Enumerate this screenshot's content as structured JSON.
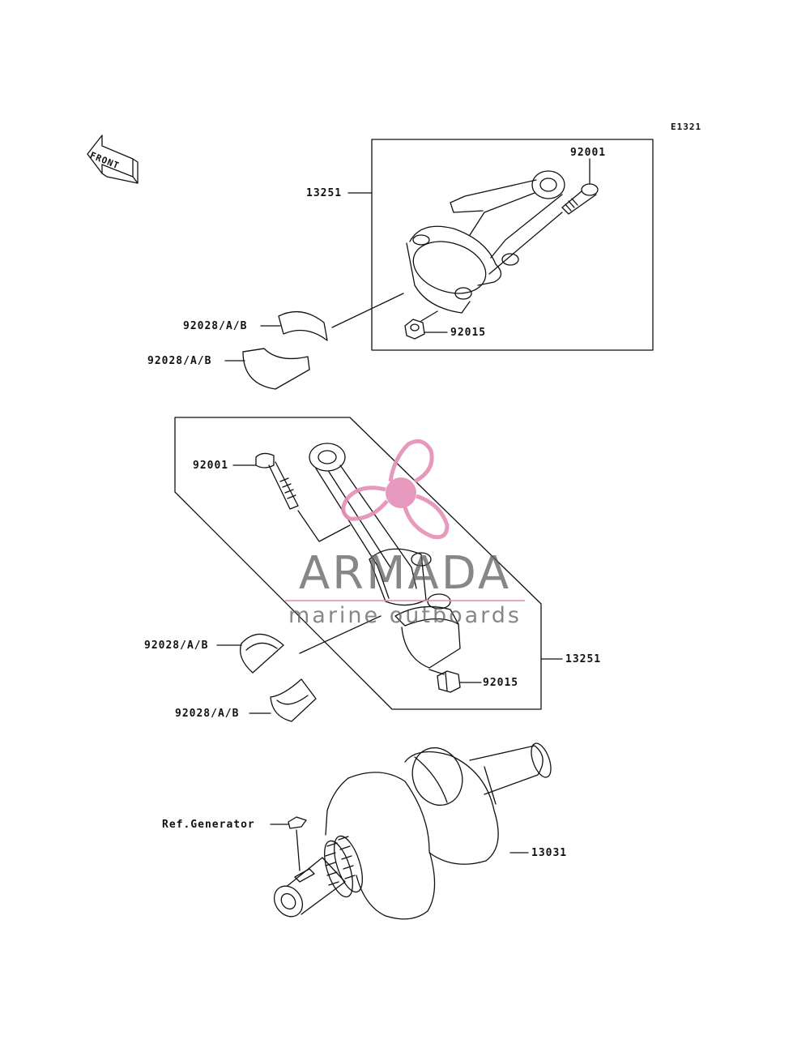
{
  "diagram": {
    "figure_code": "E1321",
    "front_arrow_label": "FRONT",
    "callouts": [
      {
        "id": "top_13251",
        "text": "13251"
      },
      {
        "id": "top_92001",
        "text": "92001"
      },
      {
        "id": "top_92015",
        "text": "92015"
      },
      {
        "id": "top_92028_a",
        "text": "92028/A/B"
      },
      {
        "id": "top_92028_b",
        "text": "92028/A/B"
      },
      {
        "id": "mid_92001",
        "text": "92001"
      },
      {
        "id": "mid_92028_a",
        "text": "92028/A/B"
      },
      {
        "id": "mid_92028_b",
        "text": "92028/A/B"
      },
      {
        "id": "mid_13251",
        "text": "13251"
      },
      {
        "id": "mid_92015",
        "text": "92015"
      },
      {
        "id": "crank_ref",
        "text": "Ref.Generator"
      },
      {
        "id": "crank_13031",
        "text": "13031"
      }
    ]
  },
  "watermark": {
    "brand": "ARMADA",
    "tagline": "marine outboards",
    "logo_color": "#e58fb6"
  }
}
